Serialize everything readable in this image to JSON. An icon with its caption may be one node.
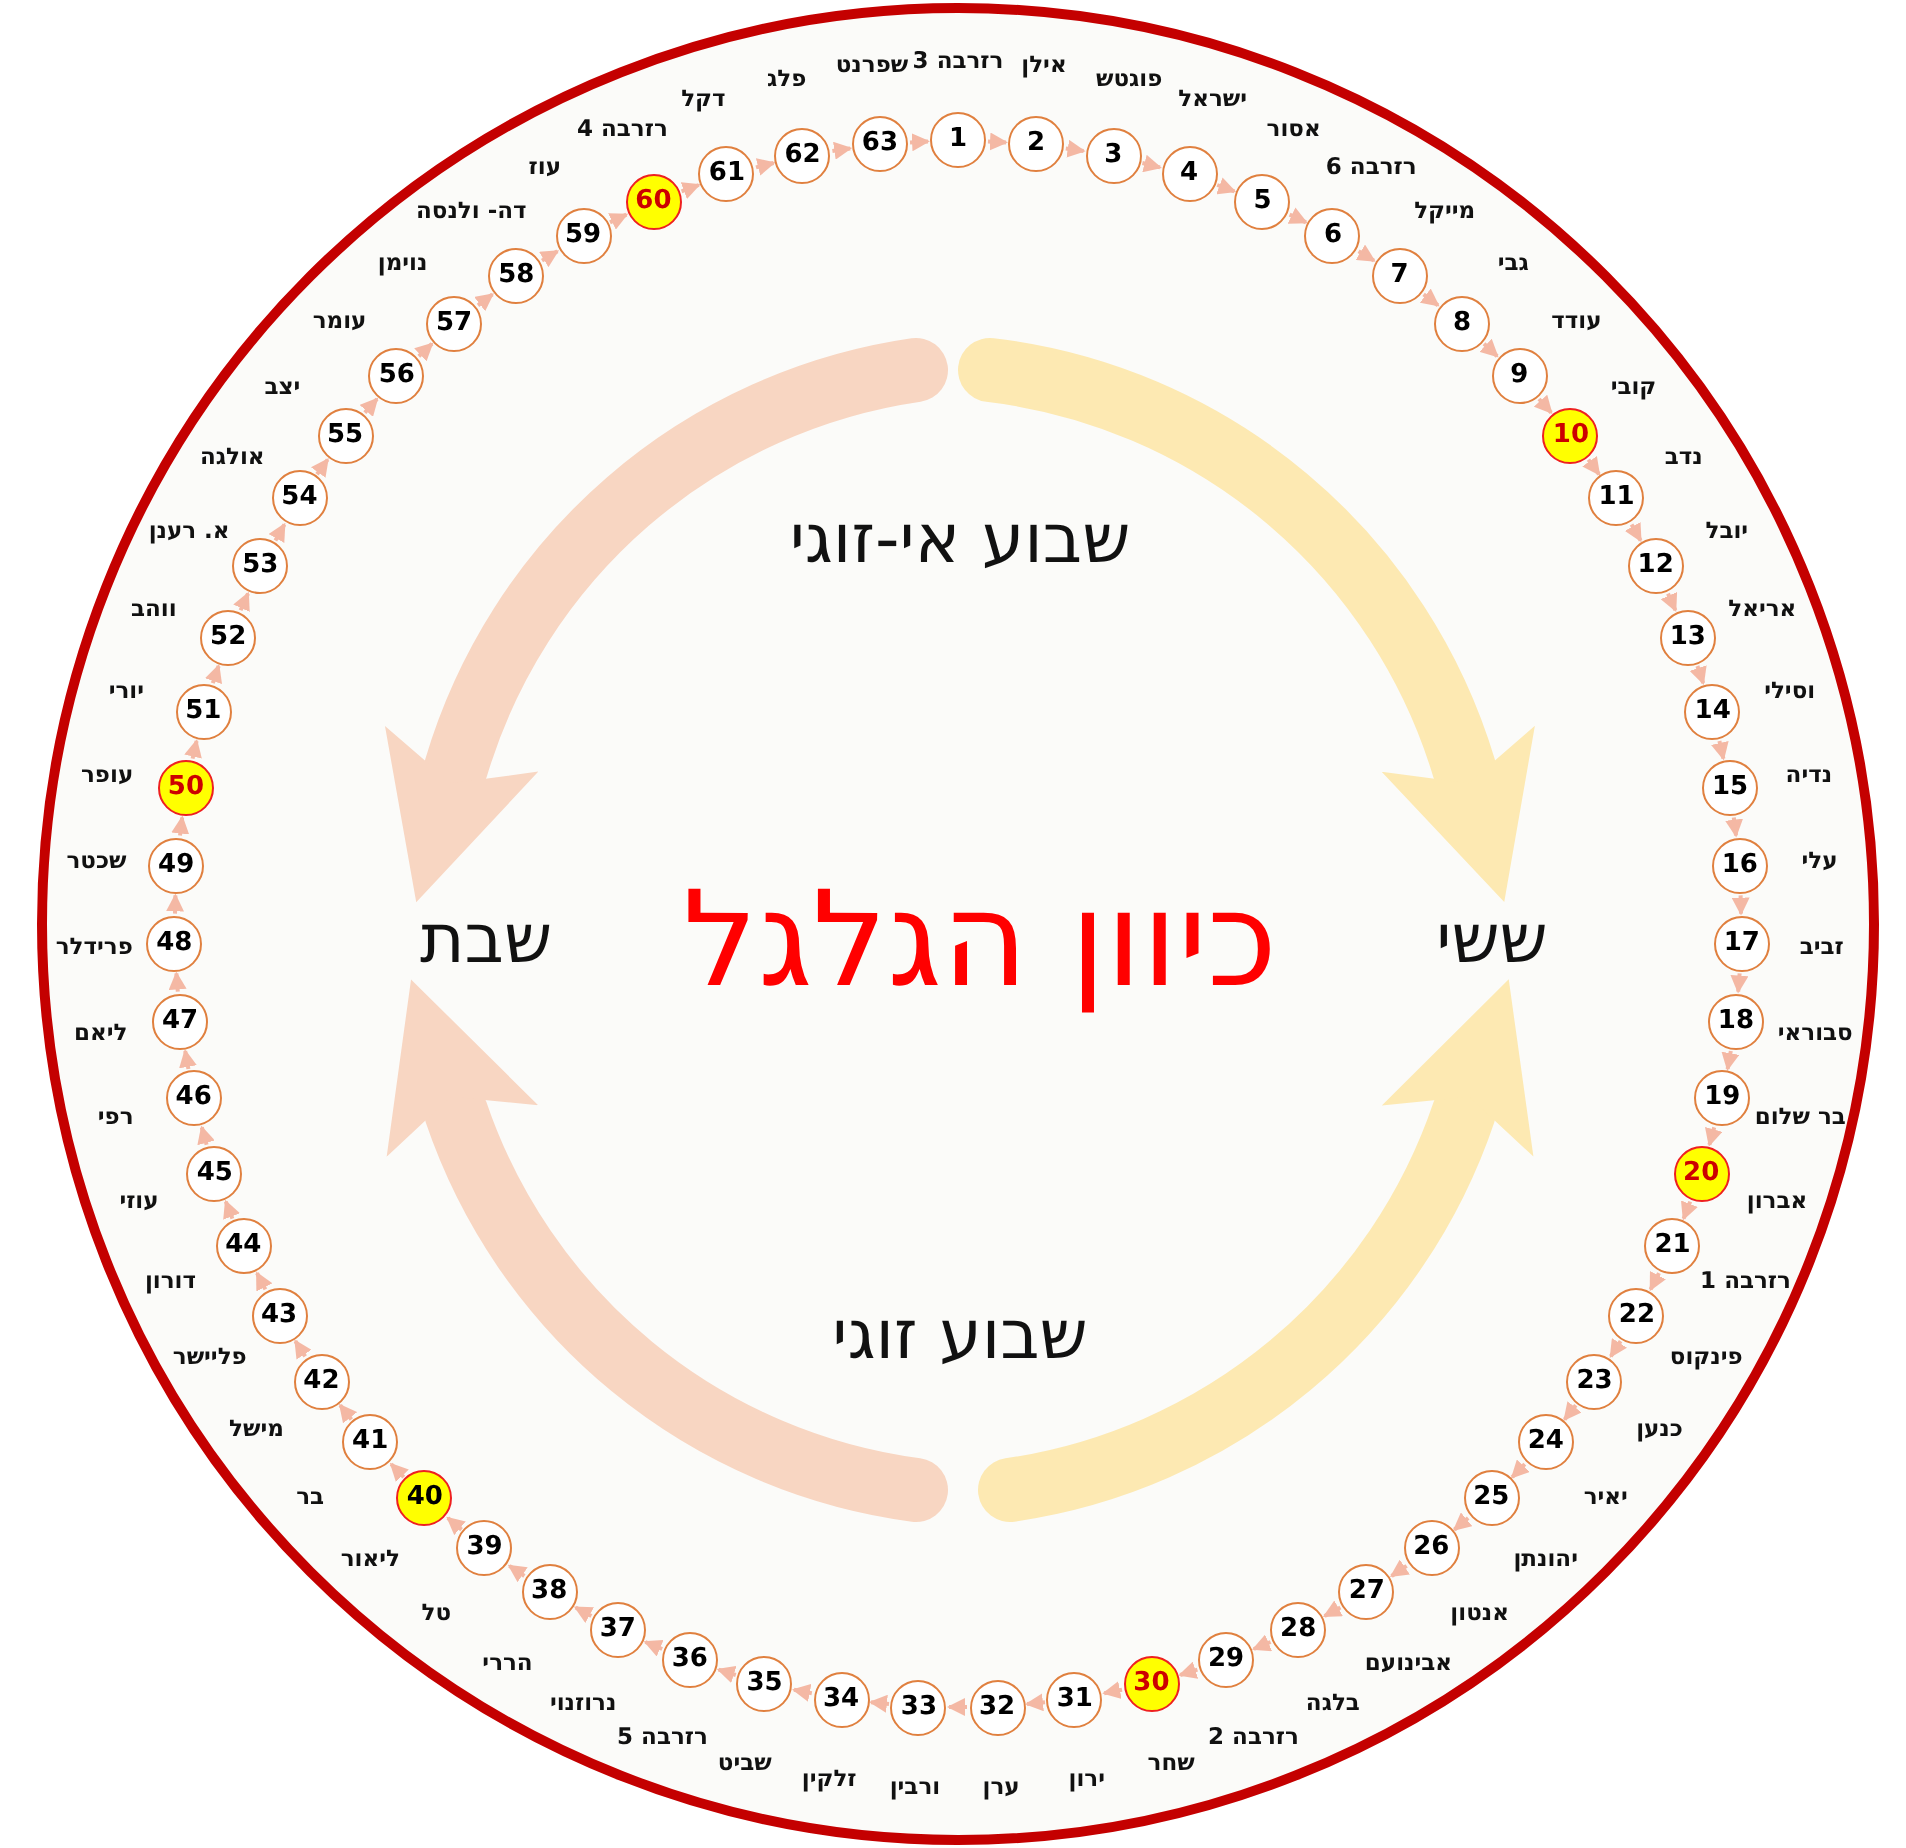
{
  "diagram": {
    "title": "כיוון הגלגל",
    "nodes": [
      {
        "text": [
          "1"
        ],
        "beside": [
          "רזרבה 3"
        ]
      },
      {
        "text": [
          "2"
        ],
        "beside": [
          "אילן"
        ]
      },
      {
        "text": [
          "3"
        ],
        "beside": [
          "פוגטש"
        ]
      },
      {
        "text": [
          "4"
        ],
        "beside": [
          "ישראל"
        ]
      },
      {
        "text": [
          "5"
        ],
        "beside": [
          "אסור"
        ]
      },
      {
        "text": [
          "6"
        ],
        "beside": [
          "רזרבה 6"
        ]
      },
      {
        "text": [
          "7"
        ],
        "beside": [
          "מייקל"
        ]
      },
      {
        "text": [
          "8"
        ],
        "beside": [
          "גבי"
        ]
      },
      {
        "text": [
          "9"
        ],
        "beside": [
          "עודד"
        ]
      },
      {
        "text": [
          "10"
        ],
        "beside": [
          "קובי"
        ]
      },
      {
        "text": [
          "11"
        ],
        "beside": [
          "נדב"
        ]
      },
      {
        "text": [
          "12"
        ],
        "beside": [
          "יובל"
        ]
      },
      {
        "text": [
          "13"
        ],
        "beside": [
          "אריאל"
        ]
      },
      {
        "text": [
          "14"
        ],
        "beside": [
          "וסילי"
        ]
      },
      {
        "text": [
          "15"
        ],
        "beside": [
          "נדיה"
        ]
      },
      {
        "text": [
          "16"
        ],
        "beside": [
          "עלי"
        ]
      },
      {
        "text": [
          "17"
        ],
        "beside": [
          "זביב"
        ]
      },
      {
        "text": [
          "18"
        ],
        "beside": [
          "סבוראי"
        ]
      },
      {
        "text": [
          "19"
        ],
        "beside": [
          "בר שלום"
        ]
      },
      {
        "text": [
          "20"
        ],
        "beside": [
          "אברון"
        ]
      },
      {
        "text": [
          "21"
        ],
        "beside": [
          "רזרבה 1"
        ]
      },
      {
        "text": [
          "22"
        ],
        "beside": [
          "פינקוס"
        ]
      },
      {
        "text": [
          "23"
        ],
        "beside": [
          "כנען"
        ]
      },
      {
        "text": [
          "24"
        ],
        "beside": [
          "יאיר"
        ]
      },
      {
        "text": [
          "25"
        ],
        "beside": [
          "יהונתן"
        ]
      },
      {
        "text": [
          "26"
        ],
        "beside": [
          "אנטון"
        ]
      },
      {
        "text": [
          "27"
        ],
        "beside": [
          "אבינועם"
        ]
      },
      {
        "text": [
          "28"
        ],
        "beside": [
          "בלגה"
        ]
      },
      {
        "text": [
          "29"
        ],
        "beside": [
          "רזרבה 2"
        ]
      },
      {
        "text": [
          "30"
        ],
        "beside": [
          "שחר"
        ]
      },
      {
        "text": [
          "31"
        ],
        "beside": [
          "ירון"
        ]
      },
      {
        "text": [
          "32"
        ],
        "beside": [
          "ערן"
        ]
      },
      {
        "text": [
          "33"
        ],
        "beside": [
          "ורבין"
        ]
      },
      {
        "text": [
          "34"
        ],
        "beside": [
          "זלקין"
        ]
      },
      {
        "text": [
          "35"
        ],
        "beside": [
          "שביט"
        ]
      },
      {
        "text": [
          "36"
        ],
        "beside": [
          "רזרבה 5"
        ]
      },
      {
        "text": [
          "37"
        ],
        "beside": [
          "נרוזנוי"
        ]
      },
      {
        "text": [
          "38"
        ],
        "beside": [
          "הררי"
        ]
      },
      {
        "text": [
          "39"
        ],
        "beside": [
          "טל"
        ]
      },
      {
        "text": [
          "40"
        ],
        "beside": [
          "ליאור"
        ]
      },
      {
        "text": [
          "41"
        ],
        "beside": [
          "בר"
        ]
      },
      {
        "text": [
          "42"
        ],
        "beside": [
          "מישל"
        ]
      },
      {
        "text": [
          "43"
        ],
        "beside": [
          "פליישר"
        ]
      },
      {
        "text": [
          "44"
        ],
        "beside": [
          "דורון"
        ]
      },
      {
        "text": [
          "45"
        ],
        "beside": [
          "עוזי"
        ]
      },
      {
        "text": [
          "46"
        ],
        "beside": [
          "רפי"
        ]
      },
      {
        "text": [
          "47"
        ],
        "beside": [
          "ליאם"
        ]
      },
      {
        "text": [
          "48"
        ],
        "beside": [
          "פרידלר"
        ]
      },
      {
        "text": [
          "49"
        ],
        "beside": [
          "שכטר"
        ]
      },
      {
        "text": [
          "50"
        ],
        "beside": [
          "עופר"
        ]
      },
      {
        "text": [
          "51"
        ],
        "beside": [
          "יורי"
        ]
      },
      {
        "text": [
          "52"
        ],
        "beside": [
          "ווהב"
        ]
      },
      {
        "text": [
          "53"
        ],
        "beside": [
          "א. רענן"
        ]
      },
      {
        "text": [
          "54"
        ],
        "beside": [
          "אולגה"
        ]
      },
      {
        "text": [
          "55"
        ],
        "beside": [
          "יצב"
        ]
      },
      {
        "text": [
          "56"
        ],
        "beside": [
          "עומר"
        ]
      },
      {
        "text": [
          "57"
        ],
        "beside": [
          "נוימן"
        ]
      },
      {
        "text": [
          "58"
        ],
        "beside": [
          "דה- ולנסה"
        ]
      },
      {
        "text": [
          "59"
        ],
        "beside": [
          "עוז"
        ]
      },
      {
        "text": [
          "60"
        ],
        "beside": [
          "רזרבה 4"
        ]
      },
      {
        "text": [
          "61"
        ],
        "beside": [
          "דקל"
        ]
      },
      {
        "text": [
          "62"
        ],
        "beside": [
          "פלג"
        ]
      },
      {
        "text": [
          "63"
        ],
        "beside": [
          "שפרנט"
        ]
      },
      {
        "text": [
          "שבוע אי-זוגי"
        ]
      },
      {
        "text": [
          "שבת"
        ]
      },
      {
        "text": [
          "ששי"
        ]
      },
      {
        "text": [
          "שבוע זוגי"
        ]
      }
    ],
    "edges": [
      {
        "from": 0,
        "to": 1,
        "arrow": "to"
      },
      {
        "from": 1,
        "to": 2,
        "arrow": "to"
      },
      {
        "from": 2,
        "to": 3,
        "arrow": "to"
      },
      {
        "from": 3,
        "to": 4,
        "arrow": "to"
      },
      {
        "from": 4,
        "to": 5,
        "arrow": "to"
      },
      {
        "from": 5,
        "to": 6,
        "arrow": "to"
      },
      {
        "from": 6,
        "to": 7,
        "arrow": "to"
      },
      {
        "from": 7,
        "to": 8,
        "arrow": "to"
      },
      {
        "from": 8,
        "to": 9,
        "arrow": "to"
      },
      {
        "from": 9,
        "to": 10,
        "arrow": "to"
      },
      {
        "from": 10,
        "to": 11,
        "arrow": "to"
      },
      {
        "from": 11,
        "to": 12,
        "arrow": "to"
      },
      {
        "from": 12,
        "to": 13,
        "arrow": "to"
      },
      {
        "from": 13,
        "to": 14,
        "arrow": "to"
      },
      {
        "from": 14,
        "to": 15,
        "arrow": "to"
      },
      {
        "from": 15,
        "to": 16,
        "arrow": "to"
      },
      {
        "from": 16,
        "to": 17,
        "arrow": "to"
      },
      {
        "from": 17,
        "to": 18,
        "arrow": "to"
      },
      {
        "from": 18,
        "to": 19,
        "arrow": "to"
      },
      {
        "from": 19,
        "to": 20,
        "arrow": "to"
      },
      {
        "from": 20,
        "to": 21,
        "arrow": "to"
      },
      {
        "from": 21,
        "to": 22,
        "arrow": "to"
      },
      {
        "from": 22,
        "to": 23,
        "arrow": "to"
      },
      {
        "from": 23,
        "to": 24,
        "arrow": "to"
      },
      {
        "from": 24,
        "to": 25,
        "arrow": "to"
      },
      {
        "from": 25,
        "to": 26,
        "arrow": "to"
      },
      {
        "from": 26,
        "to": 27,
        "arrow": "to"
      },
      {
        "from": 27,
        "to": 28,
        "arrow": "to"
      },
      {
        "from": 28,
        "to": 29,
        "arrow": "to"
      },
      {
        "from": 29,
        "to": 30,
        "arrow": "to"
      },
      {
        "from": 30,
        "to": 31,
        "arrow": "to"
      },
      {
        "from": 31,
        "to": 32,
        "arrow": "to"
      },
      {
        "from": 32,
        "to": 33,
        "arrow": "to"
      },
      {
        "from": 33,
        "to": 34,
        "arrow": "to"
      },
      {
        "from": 34,
        "to": 35,
        "arrow": "to"
      },
      {
        "from": 35,
        "to": 36,
        "arrow": "to"
      },
      {
        "from": 36,
        "to": 37,
        "arrow": "to"
      },
      {
        "from": 37,
        "to": 38,
        "arrow": "to"
      },
      {
        "from": 38,
        "to": 39,
        "arrow": "to"
      },
      {
        "from": 39,
        "to": 40,
        "arrow": "to"
      },
      {
        "from": 40,
        "to": 41,
        "arrow": "to"
      },
      {
        "from": 41,
        "to": 42,
        "arrow": "to"
      },
      {
        "from": 42,
        "to": 43,
        "arrow": "to"
      },
      {
        "from": 43,
        "to": 44,
        "arrow": "to"
      },
      {
        "from": 44,
        "to": 45,
        "arrow": "to"
      },
      {
        "from": 45,
        "to": 46,
        "arrow": "to"
      },
      {
        "from": 46,
        "to": 47,
        "arrow": "to"
      },
      {
        "from": 47,
        "to": 48,
        "arrow": "to"
      },
      {
        "from": 48,
        "to": 49,
        "arrow": "to"
      },
      {
        "from": 49,
        "to": 50,
        "arrow": "to"
      },
      {
        "from": 50,
        "to": 51,
        "arrow": "to"
      },
      {
        "from": 51,
        "to": 52,
        "arrow": "to"
      },
      {
        "from": 52,
        "to": 53,
        "arrow": "to"
      },
      {
        "from": 53,
        "to": 54,
        "arrow": "to"
      },
      {
        "from": 54,
        "to": 55,
        "arrow": "to"
      },
      {
        "from": 55,
        "to": 56,
        "arrow": "to"
      },
      {
        "from": 56,
        "to": 57,
        "arrow": "to"
      },
      {
        "from": 57,
        "to": 58,
        "arrow": "to"
      },
      {
        "from": 58,
        "to": 59,
        "arrow": "to"
      },
      {
        "from": 59,
        "to": 60,
        "arrow": "to"
      },
      {
        "from": 60,
        "to": 61,
        "arrow": "to"
      },
      {
        "from": 61,
        "to": 62,
        "arrow": "to"
      },
      {
        "from": 62,
        "to": 0,
        "arrow": "to"
      },
      {
        "from": null,
        "to": 65,
        "arrow": "to",
        "style": "thick",
        "color": "#fde9b2"
      },
      {
        "from": null,
        "to": 64,
        "arrow": "to",
        "style": "thick",
        "color": "#f8d6c2"
      },
      {
        "from": null,
        "to": 65,
        "arrow": "to",
        "style": "thick",
        "color": "#fde9b2"
      },
      {
        "from": null,
        "to": 64,
        "arrow": "to",
        "style": "thick",
        "color": "#f8d6c2"
      }
    ]
  }
}
